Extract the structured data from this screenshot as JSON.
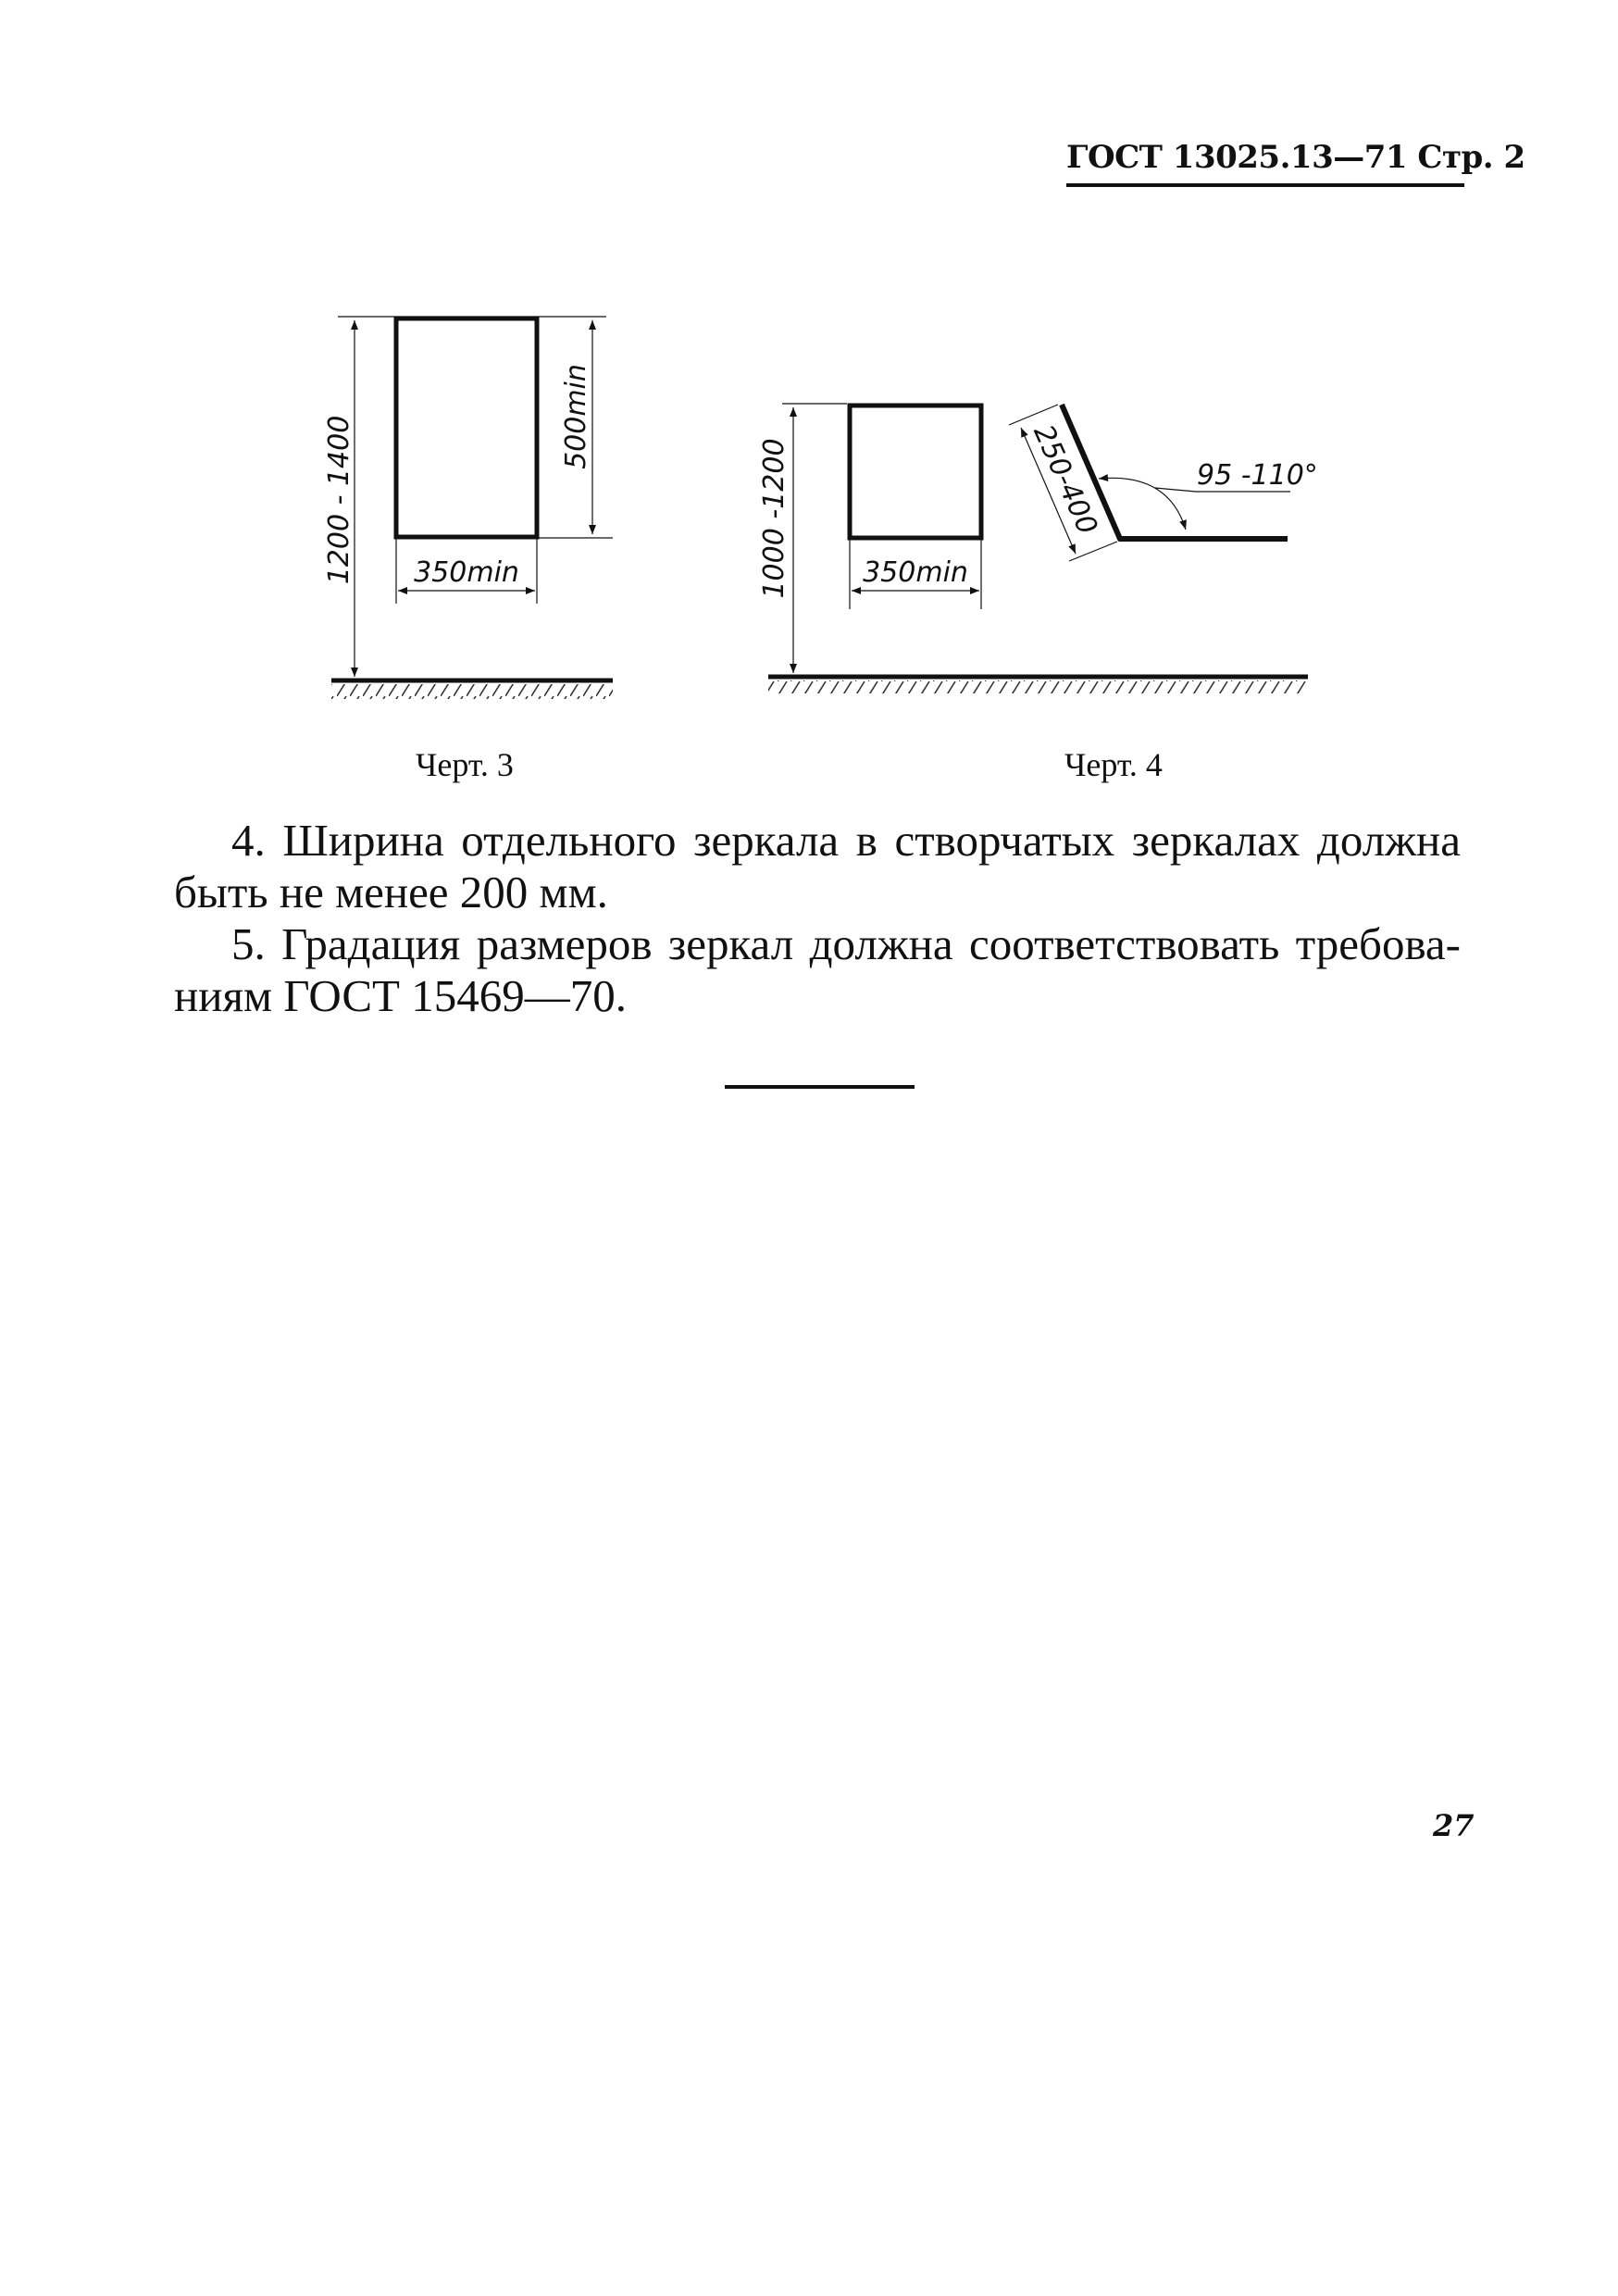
{
  "header": {
    "standard": "ГОСТ 13025.13—71 Стр. 2"
  },
  "figures": {
    "fig3": {
      "caption": "Черт. 3",
      "height_label": "1200 - 1400",
      "mirror_height_label": "500min",
      "mirror_width_label": "350min"
    },
    "fig4": {
      "caption": "Черт. 4",
      "height_label": "1000 -1200",
      "mirror_width_label": "350min",
      "tilt_length_label": "250-400",
      "angle_label": "95 -110°"
    }
  },
  "body": {
    "item4": {
      "line1": "4. Ширина отдельного зеркала в створчатых зеркалах должна",
      "line2": "быть не менее 200 мм."
    },
    "item5": {
      "line1": "5. Градация размеров зеркал должна соответствовать требова-",
      "line2": "ниям ГОСТ 15469—70."
    }
  },
  "footer": {
    "page_number": "27"
  }
}
